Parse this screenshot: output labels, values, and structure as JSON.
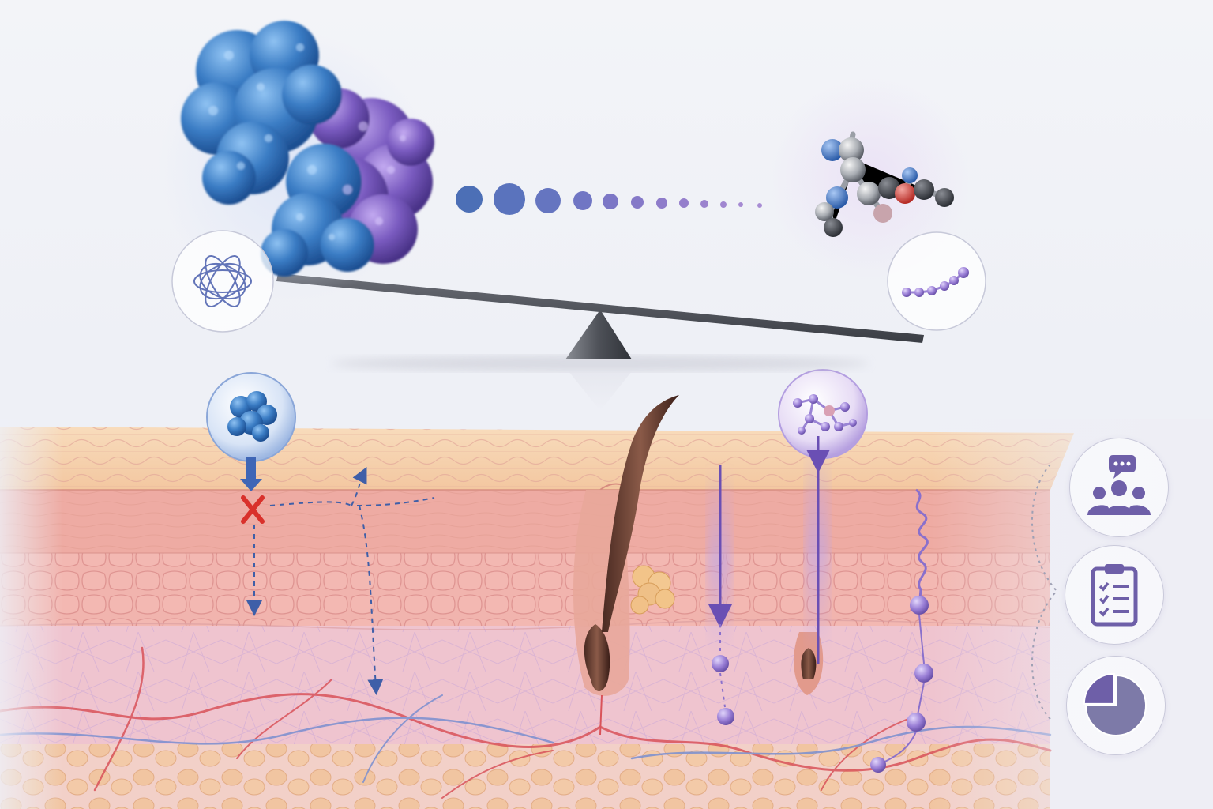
{
  "colors": {
    "protein_blue": "#3a7cc4",
    "protein_purple": "#7a5bc0",
    "small_molecule_purple": "#9a84d4",
    "blocked_red": "#d9312b",
    "skin_surface": "#f5cfa6",
    "epidermis": "#f2b8b0",
    "dermis": "#efc7d2",
    "vessel_red": "#d9535a",
    "vessel_blue": "#7a8fd0",
    "icon_purple": "#6e5fa8"
  },
  "icons": {
    "left_badge": "atom-orbit-icon",
    "right_badge": "molecule-chain-icon",
    "side_panel": [
      "discussion-group-icon",
      "checklist-clipboard-icon",
      "pie-chart-icon"
    ]
  },
  "chart_data": {
    "type": "pie",
    "values": [
      75,
      25
    ],
    "title": ""
  }
}
